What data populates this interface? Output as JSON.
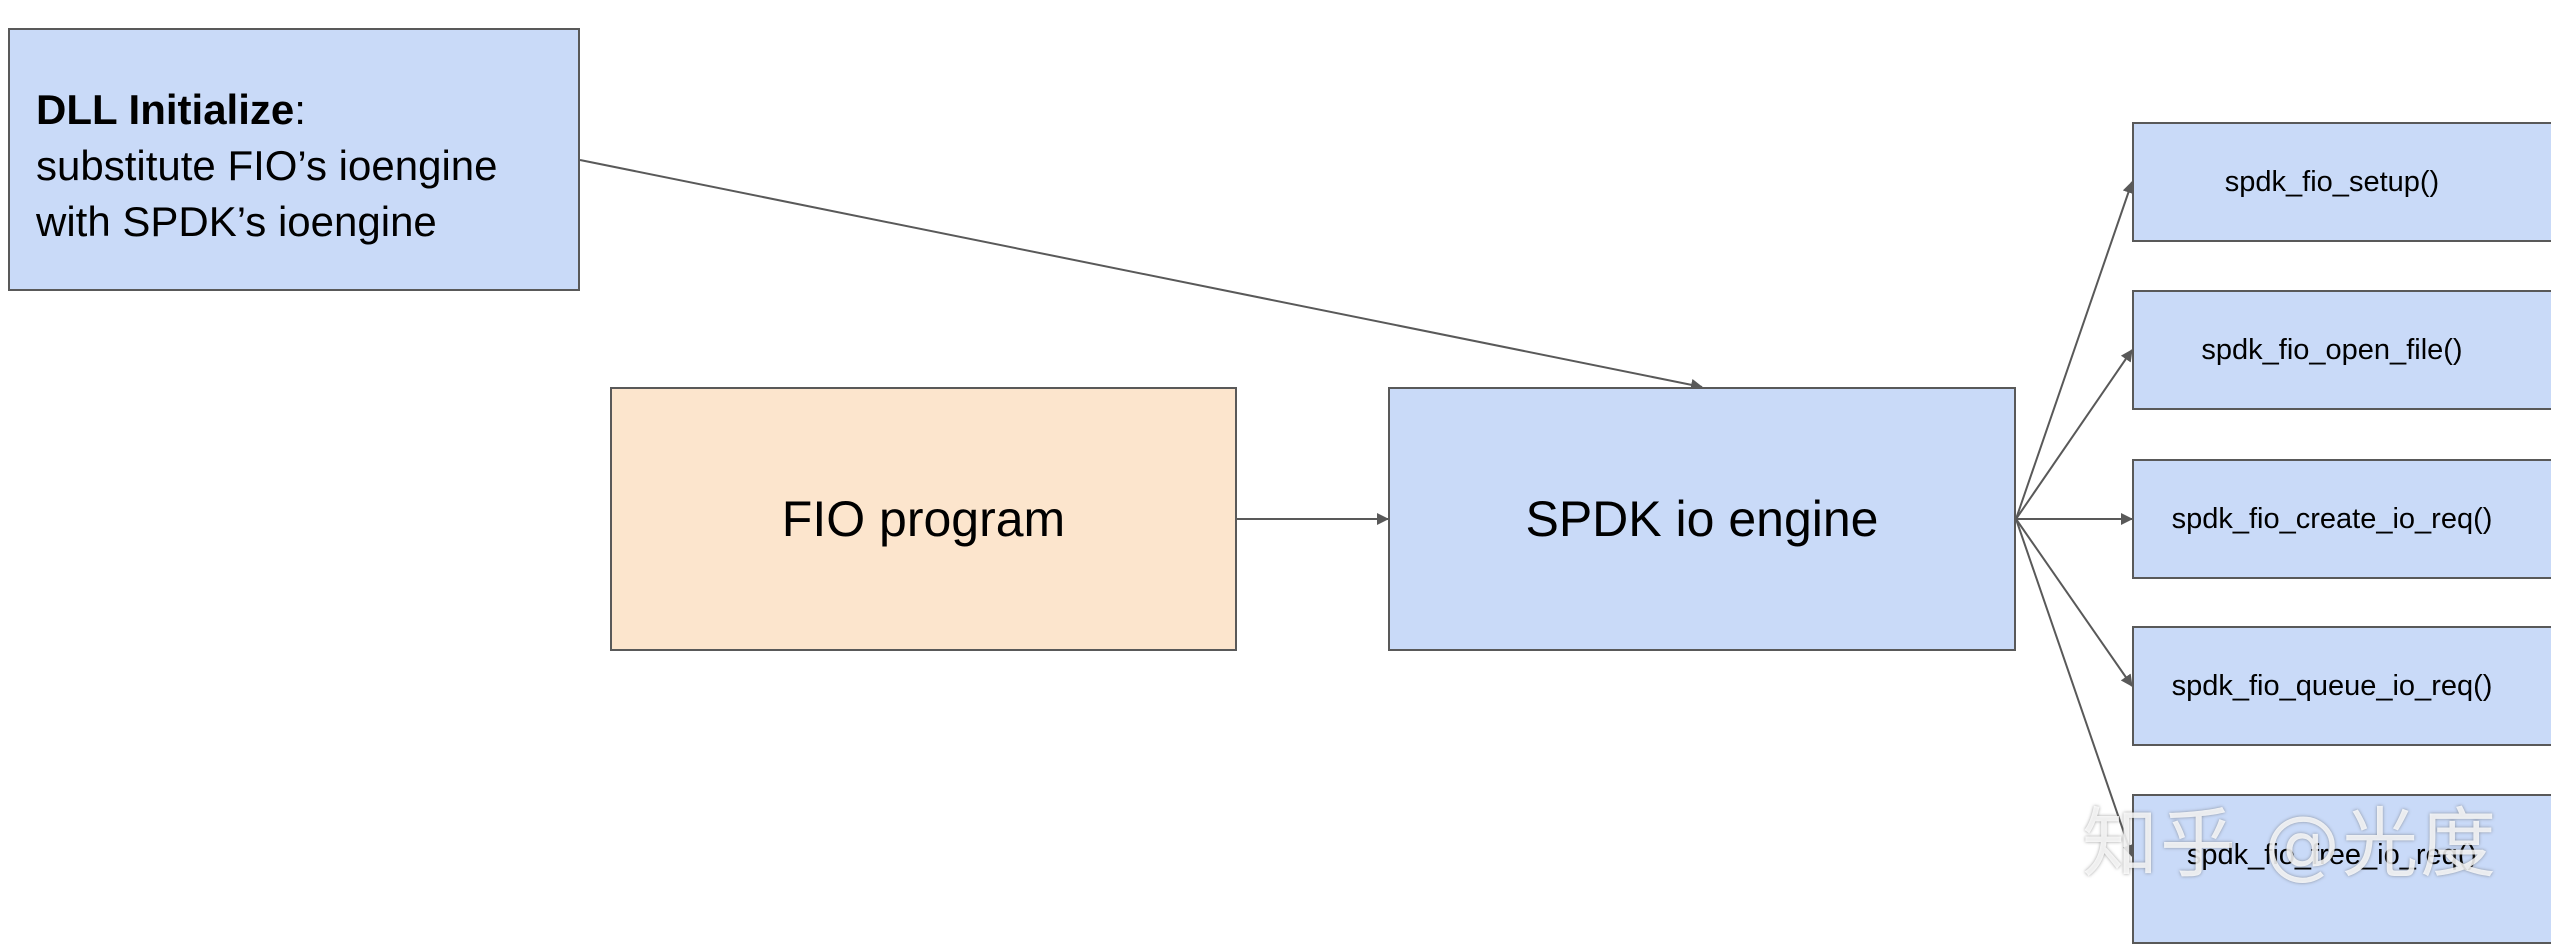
{
  "nodes": {
    "dll": {
      "bold": "DLL Initialize",
      "colon": ":",
      "line1": "substitute FIO’s ioengine",
      "line2": "with SPDK’s ioengine"
    },
    "fio": {
      "label": "FIO program"
    },
    "spdk": {
      "label": "SPDK io engine"
    },
    "functions": [
      {
        "label": "spdk_fio_setup()"
      },
      {
        "label": "spdk_fio_open_file()"
      },
      {
        "label": "spdk_fio_create_io_req()"
      },
      {
        "label": "spdk_fio_queue_io_req()"
      },
      {
        "label": "spdk_fio_free_io_req()"
      }
    ]
  },
  "edges": [
    {
      "from": "dll",
      "to": "spdk"
    },
    {
      "from": "fio",
      "to": "spdk"
    },
    {
      "from": "spdk",
      "to": "functions.0"
    },
    {
      "from": "spdk",
      "to": "functions.1"
    },
    {
      "from": "spdk",
      "to": "functions.2"
    },
    {
      "from": "spdk",
      "to": "functions.3"
    },
    {
      "from": "spdk",
      "to": "functions.4"
    }
  ],
  "colors": {
    "blue_box": "#c9daf8",
    "peach_box": "#fce5cd",
    "border": "#595959",
    "arrow": "#595959"
  },
  "watermark": "知乎 @光度"
}
